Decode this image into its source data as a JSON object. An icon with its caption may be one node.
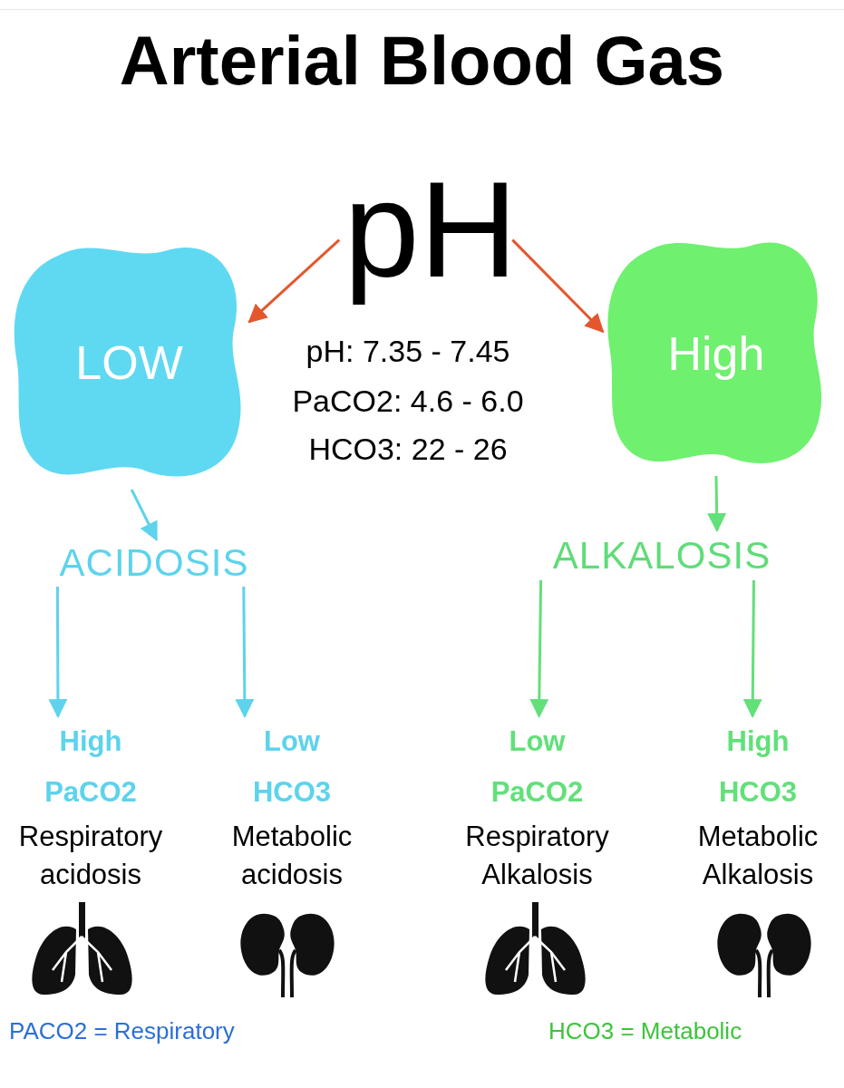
{
  "diagram": {
    "title": "Arterial Blood Gas",
    "nodes": [
      {
        "text": [
          "pH"
        ]
      },
      {
        "text": [
          "LOW"
        ]
      },
      {
        "text": [
          "High"
        ]
      },
      {
        "text": [
          "ACIDOSIS"
        ]
      },
      {
        "text": [
          "ALKALOSIS"
        ]
      },
      {
        "text": [
          "High PaCO2",
          "Respiratory acidosis"
        ]
      },
      {
        "text": [
          "Low HCO3",
          "Metabolic acidosis"
        ]
      },
      {
        "text": [
          "Low PaCO2",
          "Respiratory Alkalosis"
        ]
      },
      {
        "text": [
          "High HCO3",
          "Metabolic Alkalosis"
        ]
      }
    ],
    "edges": [
      {
        "from": 0,
        "to": 1,
        "arrow": "to",
        "color": "#e4572e"
      },
      {
        "from": 0,
        "to": 2,
        "arrow": "to",
        "color": "#e4572e"
      },
      {
        "from": 1,
        "to": 3,
        "arrow": "to",
        "color": "#5dd3ec"
      },
      {
        "from": 2,
        "to": 4,
        "arrow": "to",
        "color": "#62e07a"
      },
      {
        "from": 3,
        "to": 5,
        "arrow": "to",
        "color": "#5dd3ec"
      },
      {
        "from": 3,
        "to": 6,
        "arrow": "to",
        "color": "#5dd3ec"
      },
      {
        "from": 4,
        "to": 7,
        "arrow": "to",
        "color": "#62e07a"
      },
      {
        "from": 4,
        "to": 8,
        "arrow": "to",
        "color": "#62e07a"
      }
    ],
    "labels": [
      "pH: 7.35 - 7.45",
      "PaCO2: 4.6 - 6.0",
      "HCO3: 22 - 26",
      "PACO2 = Respiratory",
      "HCO3 = Metabolic"
    ]
  }
}
